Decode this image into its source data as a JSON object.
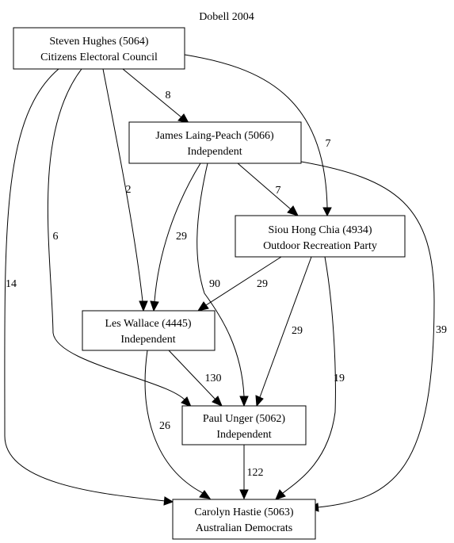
{
  "title": "Dobell 2004",
  "nodes": [
    {
      "id": "hughes",
      "line1": "Steven Hughes (5064)",
      "line2": "Citizens Electoral Council"
    },
    {
      "id": "laing",
      "line1": "James Laing-Peach (5066)",
      "line2": "Independent"
    },
    {
      "id": "chia",
      "line1": "Siou Hong Chia (4934)",
      "line2": "Outdoor Recreation Party"
    },
    {
      "id": "wallace",
      "line1": "Les Wallace (4445)",
      "line2": "Independent"
    },
    {
      "id": "unger",
      "line1": "Paul Unger (5062)",
      "line2": "Independent"
    },
    {
      "id": "hastie",
      "line1": "Carolyn Hastie (5063)",
      "line2": "Australian Democrats"
    }
  ],
  "edges": [
    {
      "from": "hughes",
      "to": "laing",
      "label": "8"
    },
    {
      "from": "hughes",
      "to": "chia",
      "label": "7"
    },
    {
      "from": "hughes",
      "to": "wallace",
      "label": "2"
    },
    {
      "from": "hughes",
      "to": "unger",
      "label": "6"
    },
    {
      "from": "hughes",
      "to": "hastie",
      "label": "14"
    },
    {
      "from": "laing",
      "to": "chia",
      "label": "7"
    },
    {
      "from": "laing",
      "to": "wallace",
      "label": "29"
    },
    {
      "from": "laing",
      "to": "unger",
      "label": "90"
    },
    {
      "from": "laing",
      "to": "hastie",
      "label": "39"
    },
    {
      "from": "chia",
      "to": "wallace",
      "label": "29"
    },
    {
      "from": "chia",
      "to": "unger",
      "label": "29"
    },
    {
      "from": "chia",
      "to": "hastie",
      "label": "19"
    },
    {
      "from": "wallace",
      "to": "unger",
      "label": "130"
    },
    {
      "from": "wallace",
      "to": "hastie",
      "label": "26"
    },
    {
      "from": "unger",
      "to": "hastie",
      "label": "122"
    }
  ]
}
